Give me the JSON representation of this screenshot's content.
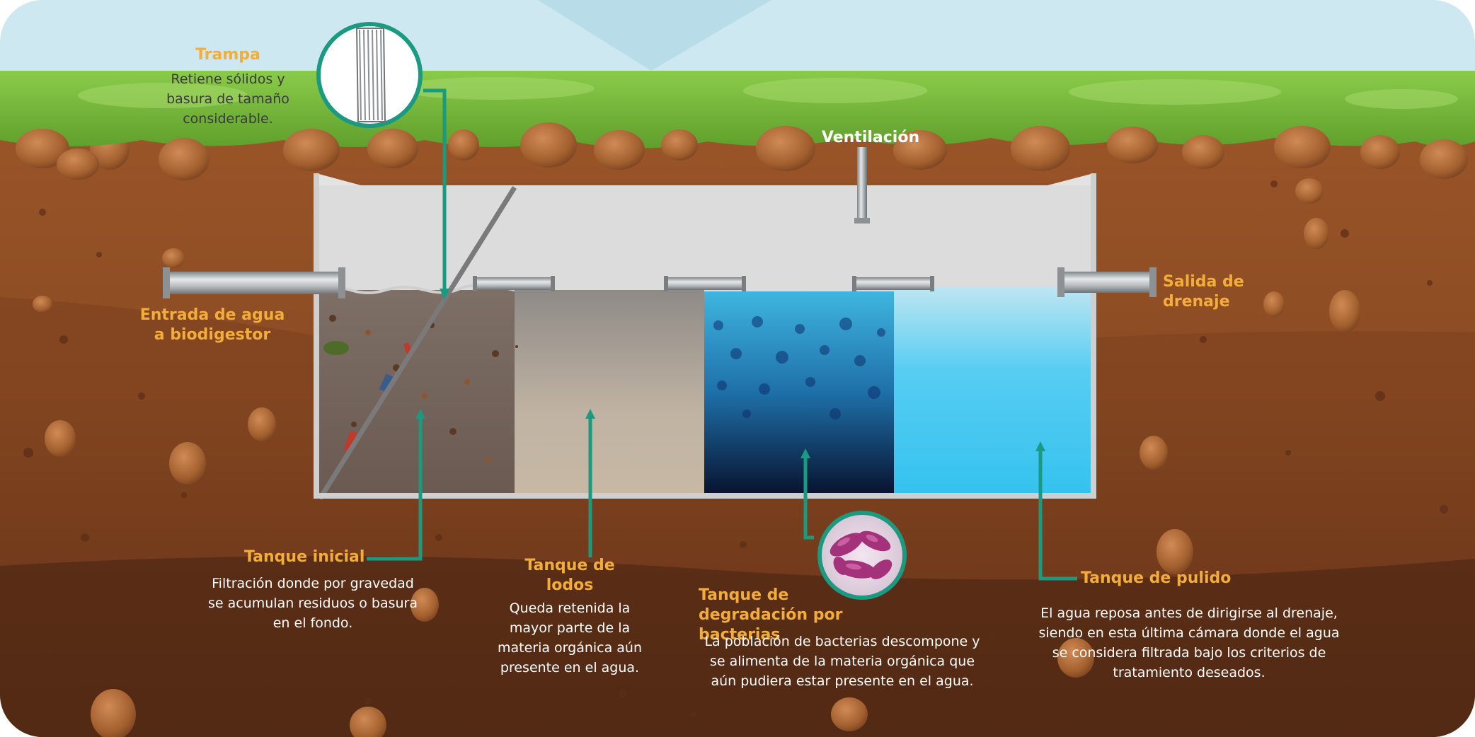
{
  "colors": {
    "sky": "#cde8f0",
    "grass": "#7dc243",
    "soil": "#8a4a22",
    "soil_deep": "#4e2714",
    "accent_teal": "#1a9a80",
    "label_orange": "#f3ad3a",
    "water_blue": "#3fc6ee"
  },
  "labels": {
    "trampa": {
      "title": "Trampa",
      "desc": "Retiene sólidos y\nbasura de tamaño\nconsiderable."
    },
    "ventilacion": "Ventilación",
    "entrada": "Entrada de agua\na biodigestor",
    "salida": "Salida de\ndrenaje",
    "tanque_inicial": {
      "title": "Tanque inicial",
      "desc": "Filtración donde por gravedad\nse acumulan residuos o basura\nen el fondo."
    },
    "tanque_lodos": {
      "title": "Tanque de\nlodos",
      "desc": "Queda retenida la\nmayor parte de la\nmateria orgánica aún\npresente en el agua."
    },
    "tanque_bacterias": {
      "title": "Tanque de\ndegradación por bacterias",
      "desc": "La población de bacterias descompone y\nse alimenta de la materia orgánica que\naún pudiera estar presente en el agua."
    },
    "tanque_pulido": {
      "title": "Tanque de pulido",
      "desc": "El agua reposa antes de dirigirse al drenaje,\nsiendo en esta última cámara donde el agua\nse considera filtrada bajo los criterios de\ntratamiento deseados."
    }
  },
  "icons": [
    "filter-grate-icon",
    "bacteria-icon"
  ]
}
